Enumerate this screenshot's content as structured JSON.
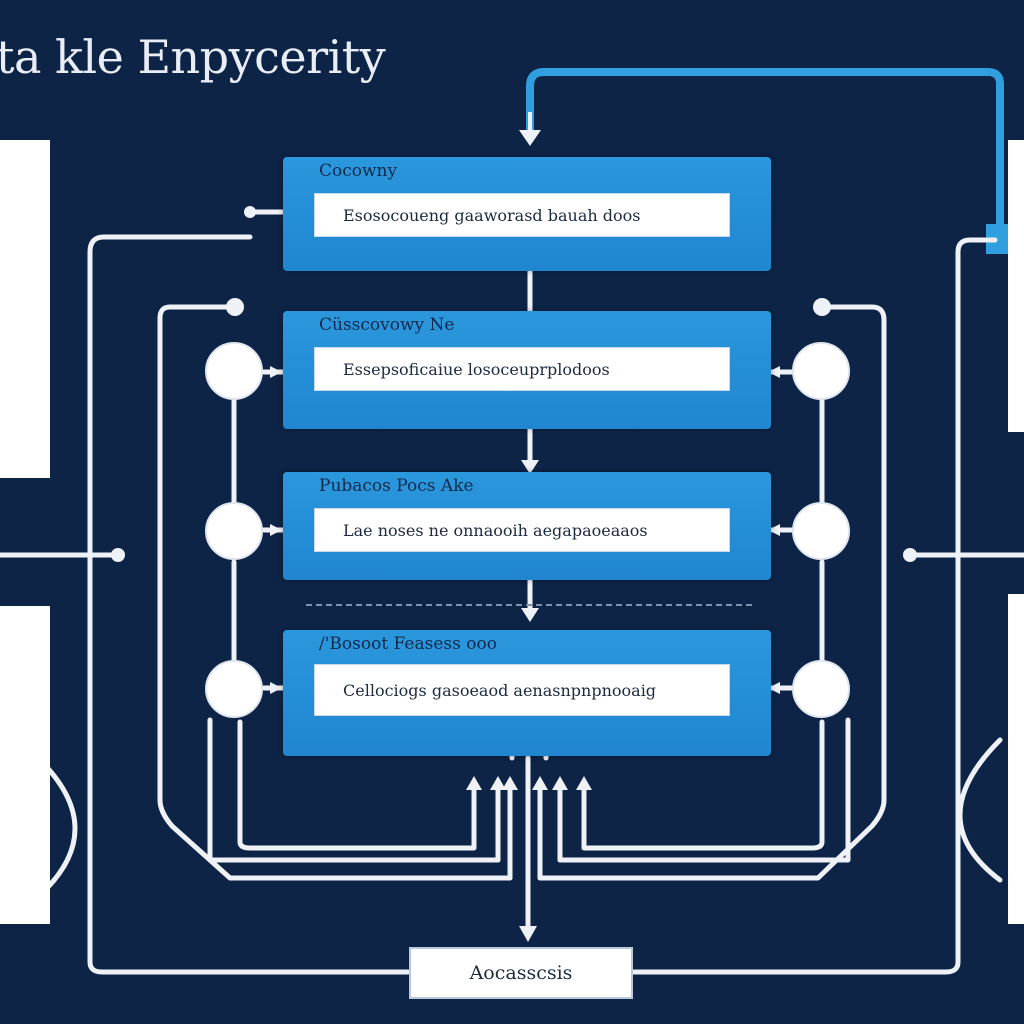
{
  "diagram": {
    "title": "ta kle Enpycerity",
    "stages": [
      {
        "header": "Cocowny",
        "field": "Esosocoueng gaaworasd bauah doos"
      },
      {
        "header": "Cüsscovowy Ne",
        "field": "Essepsoficaiue losoceuprplodoos"
      },
      {
        "header": "Pubacos Pocs   Ake",
        "field": "Lae noses ne onnaooih aegapaoeaaos"
      },
      {
        "header": "/'Bosoot Feasess ooo",
        "field": "Cellociogs gasoeaod aenasnpnpnooaig"
      }
    ],
    "output": {
      "label": "Aocasscsis"
    },
    "colors": {
      "background": "#0d2447",
      "stage_fill": "#2590d8",
      "accent_line": "#2f9fe0",
      "wire": "#eef2f7"
    }
  }
}
